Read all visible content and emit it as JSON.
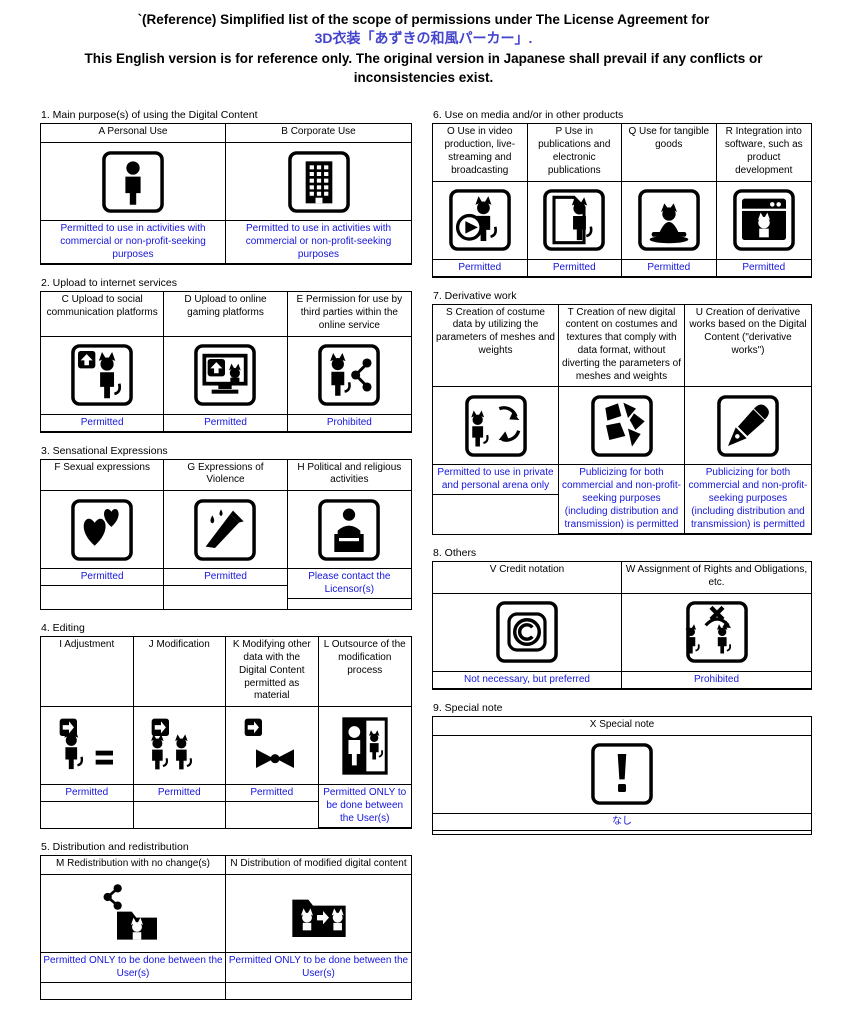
{
  "page": {
    "title_line1": "`(Reference) Simplified list of the scope of permissions under The License Agreement for",
    "title_line2": "3D衣装「あずきの和風パーカー」.",
    "title_line3": "This English version is for reference only. The original version in Japanese shall prevail if any conflicts or inconsistencies exist."
  },
  "colors": {
    "status_text": "#1414dd",
    "title_accent": "#4444cc"
  },
  "sections": [
    {
      "id": 1,
      "column": "left",
      "title": "1. Main purpose(s) of using the Digital Content",
      "cells": [
        {
          "key": "A",
          "label": "A Personal Use",
          "icon": "person",
          "status": "Permitted to use in activities with commercial or non-profit-seeking purposes"
        },
        {
          "key": "B",
          "label": "B Corporate Use",
          "icon": "building",
          "status": "Permitted to use in activities with commercial or non-profit-seeking purposes"
        }
      ]
    },
    {
      "id": 2,
      "column": "left",
      "title": "2. Upload to internet services",
      "cells": [
        {
          "key": "C",
          "label": "C Upload to social communication platforms",
          "icon": "upload-social",
          "status": "Permitted"
        },
        {
          "key": "D",
          "label": "D Upload to online gaming platforms",
          "icon": "upload-gaming",
          "status": "Permitted"
        },
        {
          "key": "E",
          "label": "E Permission for use by third parties within the online service",
          "icon": "share-network",
          "status": "Prohibited"
        }
      ]
    },
    {
      "id": 3,
      "column": "left",
      "title": "3. Sensational Expressions",
      "cells": [
        {
          "key": "F",
          "label": "F Sexual expressions",
          "icon": "hearts",
          "status": "Permitted"
        },
        {
          "key": "G",
          "label": "G Expressions of Violence",
          "icon": "knife",
          "status": "Permitted"
        },
        {
          "key": "H",
          "label": "H Political and religious activities",
          "icon": "podium-speaker",
          "status": "Please contact the Licensor(s)"
        }
      ]
    },
    {
      "id": 4,
      "column": "left",
      "title": "4. Editing",
      "cells": [
        {
          "key": "I",
          "label": "I Adjustment",
          "icon": "modify-equal",
          "status": "Permitted"
        },
        {
          "key": "J",
          "label": "J Modification",
          "icon": "modify-duplicate",
          "status": "Permitted"
        },
        {
          "key": "K",
          "label": "K Modifying other data with the Digital Content permitted as material",
          "icon": "modify-bow",
          "status": "Permitted"
        },
        {
          "key": "L",
          "label": "L Outsource of the modification process",
          "icon": "outsource-frame",
          "status": "Permitted ONLY to be done between the User(s)"
        }
      ]
    },
    {
      "id": 5,
      "column": "left",
      "title": "5. Distribution and redistribution",
      "cells": [
        {
          "key": "M",
          "label": "M Redistribution with no change(s)",
          "icon": "share-folder",
          "status": "Permitted ONLY to be done between the User(s)"
        },
        {
          "key": "N",
          "label": "N Distribution of modified digital content",
          "icon": "folder-modified",
          "status": "Permitted ONLY to be done between the User(s)"
        }
      ]
    },
    {
      "id": 6,
      "column": "right",
      "title": "6. Use on media and/or in other products",
      "cells": [
        {
          "key": "O",
          "label": "O Use in video production, live-streaming and broadcasting",
          "icon": "video-play",
          "status": "Permitted"
        },
        {
          "key": "P",
          "label": "P Use in publications and electronic publications",
          "icon": "publication-page",
          "status": "Permitted"
        },
        {
          "key": "Q",
          "label": "Q Use for tangible goods",
          "icon": "figurine",
          "status": "Permitted"
        },
        {
          "key": "R",
          "label": "R Integration into software, such as product development",
          "icon": "software-window",
          "status": "Permitted"
        }
      ]
    },
    {
      "id": 7,
      "column": "right",
      "title": "7. Derivative work",
      "cells": [
        {
          "key": "S",
          "label": "S Creation of costume data by utilizing the parameters of meshes and weights",
          "icon": "costume-recycle",
          "status": "Permitted to use in private and personal arena only"
        },
        {
          "key": "T",
          "label": "T Creation of new digital content on costumes and textures that comply with data format, without diverting the parameters of meshes and weights",
          "icon": "texture-shards",
          "status": "Publicizing for both commercial and non-profit-seeking purposes (including distribution and transmission) is permitted"
        },
        {
          "key": "U",
          "label": "U Creation of derivative works based on the Digital Content (\"derivative works\")",
          "icon": "pen",
          "status": "Publicizing for both commercial and non-profit-seeking purposes (including distribution and transmission) is permitted"
        }
      ]
    },
    {
      "id": 8,
      "column": "right",
      "title": "8. Others",
      "cells": [
        {
          "key": "V",
          "label": "V Credit notation",
          "icon": "copyright",
          "status": "Not necessary, but preferred"
        },
        {
          "key": "W",
          "label": "W Assignment of Rights and Obligations, etc.",
          "icon": "assignment-prohibited",
          "status": "Prohibited"
        }
      ]
    },
    {
      "id": 9,
      "column": "right",
      "title": "9. Special note",
      "cells": [
        {
          "key": "X",
          "label": "X Special note",
          "icon": "exclamation",
          "status": "なし"
        }
      ]
    }
  ]
}
